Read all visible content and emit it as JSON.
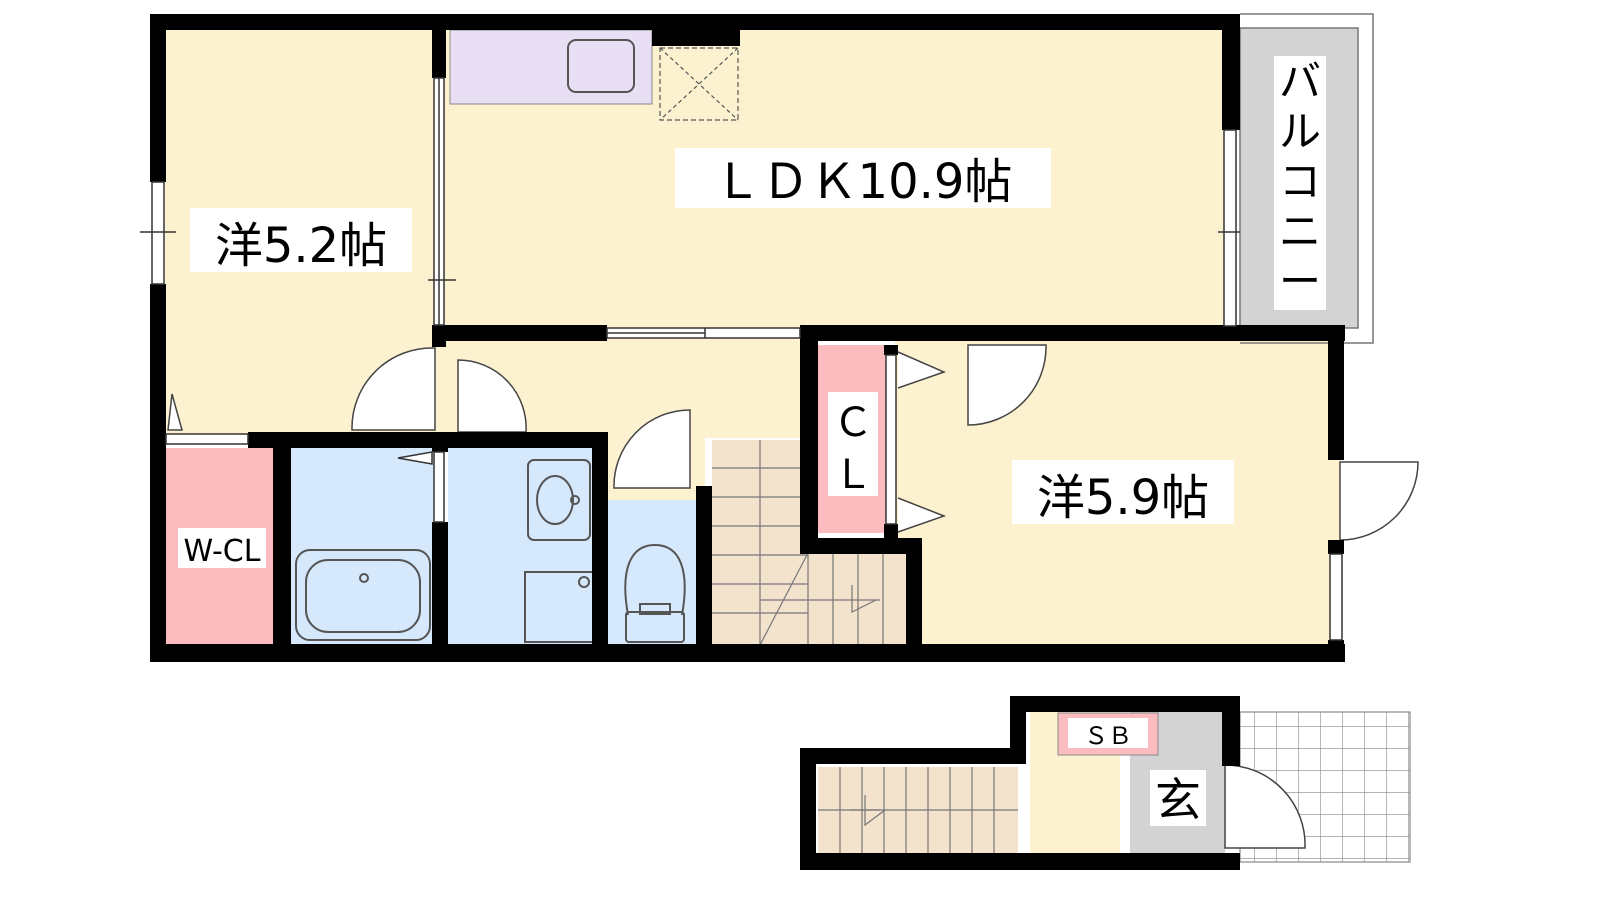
{
  "floor_plan": {
    "rooms": {
      "ldk": "ＬＤＫ10.9帖",
      "western_room_1": "洋5.2帖",
      "western_room_2": "洋5.9帖",
      "balcony": [
        "バ",
        "ル",
        "コ",
        "ニ",
        "ー"
      ],
      "closet": [
        "Ｃ",
        "Ｌ"
      ],
      "walk_in_closet": "W-CL",
      "shoe_box": "ＳＢ",
      "entrance": "玄"
    },
    "colors": {
      "living_floor": "#fdf2d0",
      "kitchen_counter": "#e9dff5",
      "closet": "#fbbcc0",
      "wet_area": "#d6e8fb",
      "balcony": "#d3d3d3",
      "stairs": "#f3e2cc",
      "wall": "#000000"
    }
  }
}
